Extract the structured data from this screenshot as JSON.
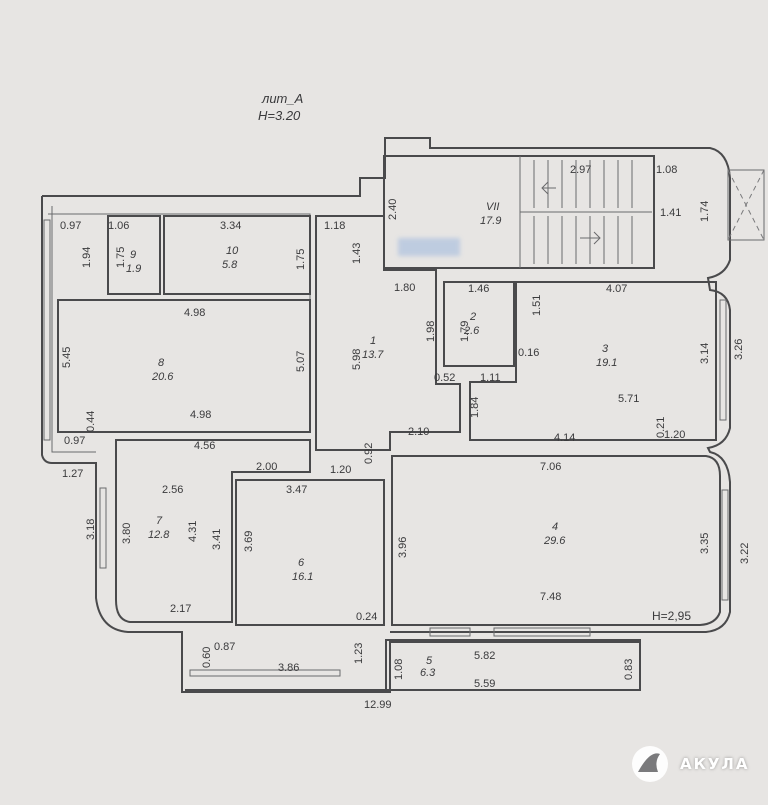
{
  "header": {
    "title": "лит_А",
    "height": "Н=3.20"
  },
  "rooms": [
    {
      "num": "VII",
      "area": "17.9"
    },
    {
      "num": "1",
      "area": "13.7"
    },
    {
      "num": "2",
      "area": "2.6"
    },
    {
      "num": "3",
      "area": "19.1"
    },
    {
      "num": "4",
      "area": "29.6"
    },
    {
      "num": "5",
      "area": "6.3"
    },
    {
      "num": "6",
      "area": "16.1"
    },
    {
      "num": "7",
      "area": "12.8"
    },
    {
      "num": "8",
      "area": "20.6"
    },
    {
      "num": "9",
      "area": "1.9"
    },
    {
      "num": "10",
      "area": "5.8"
    }
  ],
  "room4_height": "Н=2,95",
  "dims": [
    "0.97",
    "1.06",
    "3.34",
    "1.18",
    "2.40",
    "2.97",
    "1.08",
    "1.41",
    "1.74",
    "1.94",
    "1.75",
    "1.75",
    "1.43",
    "1.80",
    "1.46",
    "1.51",
    "4.07",
    "4.98",
    "5.45",
    "5.07",
    "5.98",
    "1.98",
    "1.79",
    "0.16",
    "3.14",
    "3.26",
    "0.52",
    "1.11",
    "1.84",
    "5.71",
    "0.44",
    "4.98",
    "0.97",
    "4.56",
    "2.10",
    "4.14",
    "0.21",
    "1.20",
    "1.27",
    "0.92",
    "2.00",
    "1.20",
    "7.06",
    "2.56",
    "3.47",
    "3.18",
    "3.80",
    "4.31",
    "3.41",
    "3.69",
    "3.96",
    "3.35",
    "3.22",
    "7.48",
    "2.17",
    "0.24",
    "0.60",
    "0.87",
    "1.23",
    "1.08",
    "5.82",
    "0.83",
    "3.86",
    "5.59",
    "12.99"
  ],
  "watermark": {
    "label": "АКУЛА",
    "logo_icon": "shark-fin-logo-icon"
  }
}
